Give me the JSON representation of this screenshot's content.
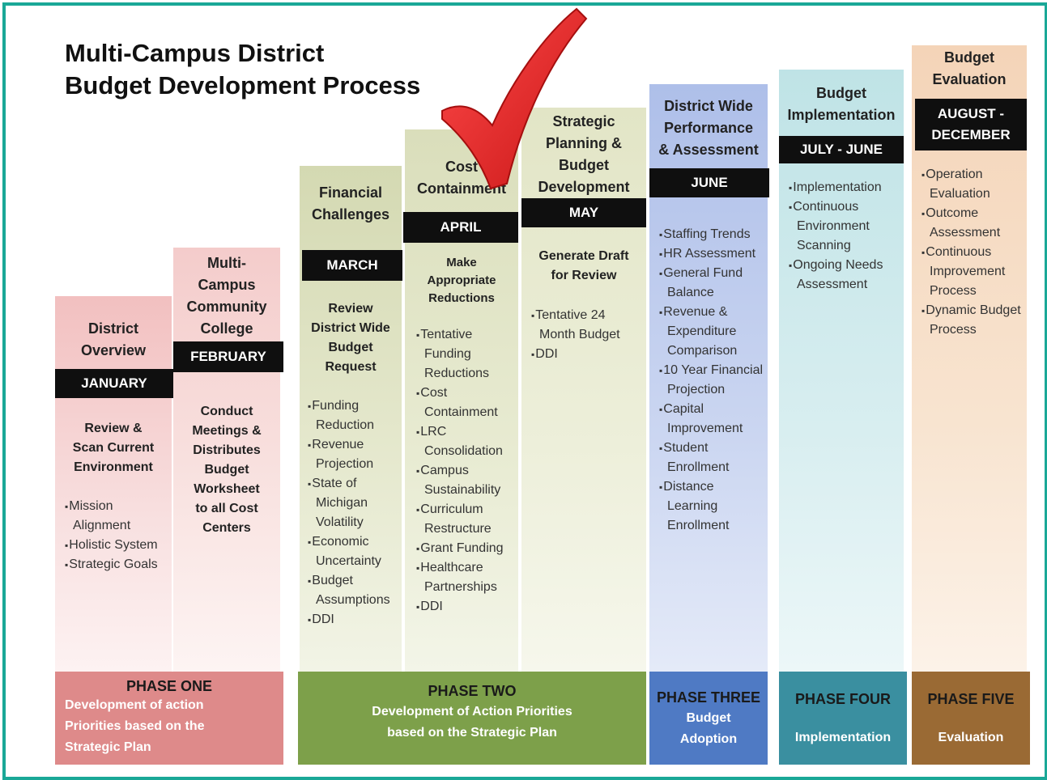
{
  "title": [
    "Multi-Campus District",
    "Budget Development Process"
  ],
  "columns": [
    {
      "id": "district-overview",
      "heading": [
        "District",
        "Overview"
      ],
      "month": "JANUARY",
      "intro": [
        "Review &",
        "Scan Current",
        "Environment"
      ],
      "bullets": [
        "Mission Alignment",
        "Holistic System",
        "Strategic Goals"
      ]
    },
    {
      "id": "multi-campus",
      "heading": [
        "Multi-",
        "Campus",
        "Community",
        "College"
      ],
      "month": "FEBRUARY",
      "intro": [
        "Conduct",
        "Meetings &",
        "Distributes",
        "Budget",
        "Worksheet",
        "to all Cost",
        "Centers"
      ],
      "bullets": []
    },
    {
      "id": "financial-challenges",
      "heading": [
        "Financial",
        "Challenges"
      ],
      "month": "MARCH",
      "intro": [
        "Review",
        "District Wide",
        "Budget",
        "Request"
      ],
      "bullets": [
        "Funding Reduction",
        "Revenue Projection",
        "State of Michigan Volatility",
        "Economic Uncertainty",
        "Budget Assumptions",
        "DDI"
      ]
    },
    {
      "id": "cost-containment",
      "heading": [
        "Cost",
        "Containment"
      ],
      "month": "APRIL",
      "intro": [
        "Make",
        "Appropriate",
        "Reductions"
      ],
      "bullets": [
        "Tentative Funding Reductions",
        "Cost Containment",
        "LRC Consolidation",
        "Campus Sustainability",
        "Curriculum Restructure",
        "Grant Funding",
        "Healthcare Partnerships",
        "DDI"
      ]
    },
    {
      "id": "strategic-planning",
      "heading": [
        "Strategic",
        "Planning &",
        "Budget",
        "Development"
      ],
      "month": "MAY",
      "intro": [
        "Generate Draft",
        "for Review"
      ],
      "bullets": [
        "Tentative 24 Month Budget",
        "DDI"
      ]
    },
    {
      "id": "district-wide",
      "heading": [
        "District Wide",
        "Performance",
        "& Assessment"
      ],
      "month": "JUNE",
      "intro": [],
      "bullets": [
        "Staffing Trends",
        "HR Assessment",
        "General Fund Balance",
        "Revenue & Expenditure Comparison",
        "10 Year Financial Projection",
        "Capital Improvement",
        "Student Enrollment",
        "Distance Learning Enrollment"
      ]
    },
    {
      "id": "budget-implementation",
      "heading": [
        "Budget",
        "Implementation"
      ],
      "month": "JULY -  JUNE",
      "intro": [],
      "bullets": [
        "Implementation",
        "Continuous Environment Scanning",
        "Ongoing Needs Assessment"
      ]
    },
    {
      "id": "budget-evaluation",
      "heading": [
        "Budget",
        "Evaluation"
      ],
      "month": "AUGUST - DECEMBER",
      "intro": [],
      "bullets": [
        "Operation Evaluation",
        "Outcome Assessment",
        "Continuous Improvement Process",
        "Dynamic Budget Process"
      ]
    }
  ],
  "phases": [
    {
      "name": "PHASE ONE",
      "description": [
        "Development of action",
        "Priorities based on the",
        "Strategic Plan"
      ]
    },
    {
      "name": "PHASE TWO",
      "description": [
        "Development of Action Priorities",
        "based on the Strategic Plan"
      ]
    },
    {
      "name": "PHASE THREE",
      "description": [
        "Budget",
        "Adoption"
      ]
    },
    {
      "name": "PHASE FOUR",
      "description": [
        "Implementation"
      ]
    },
    {
      "name": "PHASE FIVE",
      "description": [
        "Evaluation"
      ]
    }
  ],
  "colors": {
    "border": "#1aa897",
    "checkmark": "#e02222",
    "col_overview": "#f2c4c4",
    "col_multi_campus": "#f6d6d4",
    "col_financial": "#d6dbb5",
    "col_cost": "#dde0c0",
    "col_strategic": "#e6e8cc",
    "col_district_wide": "#b8c6ec",
    "col_implementation": "#c6e8ea",
    "col_evaluation": "#f6dcc4",
    "phase_one": "#de8a8a",
    "phase_two": "#7da04a",
    "phase_three": "#4f7ac4",
    "phase_four": "#3a8fa0",
    "phase_five": "#9a6a34"
  }
}
